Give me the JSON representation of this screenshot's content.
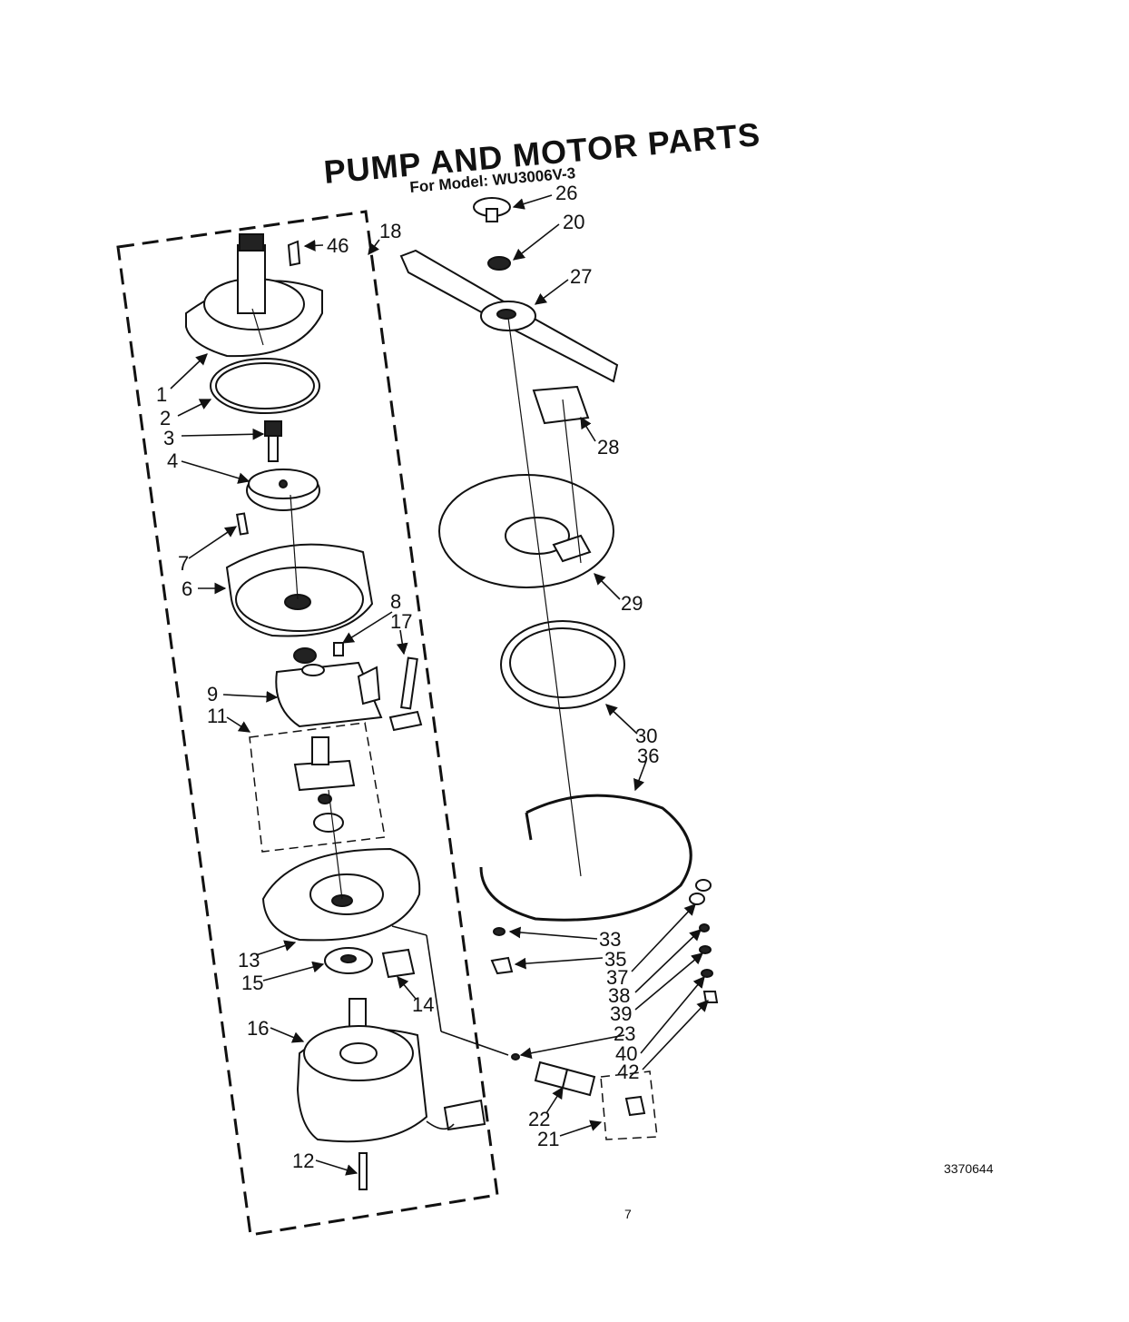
{
  "title": "PUMP AND MOTOR PARTS",
  "subtitle": "For Model: WU3006V-3",
  "diagram_number": "3370644",
  "page_number": "7",
  "labels": {
    "p1": "1",
    "p2": "2",
    "p3": "3",
    "p4": "4",
    "p6": "6",
    "p7": "7",
    "p8": "8",
    "p9": "9",
    "p11": "11",
    "p12": "12",
    "p13": "13",
    "p14": "14",
    "p15": "15",
    "p16": "16",
    "p17": "17",
    "p18": "18",
    "p20": "20",
    "p21": "21",
    "p22": "22",
    "p23": "23",
    "p26": "26",
    "p27": "27",
    "p28": "28",
    "p29": "29",
    "p30": "30",
    "p33": "33",
    "p35": "35",
    "p36": "36",
    "p37": "37",
    "p38": "38",
    "p39": "39",
    "p40": "40",
    "p42": "42",
    "p46": "46"
  }
}
